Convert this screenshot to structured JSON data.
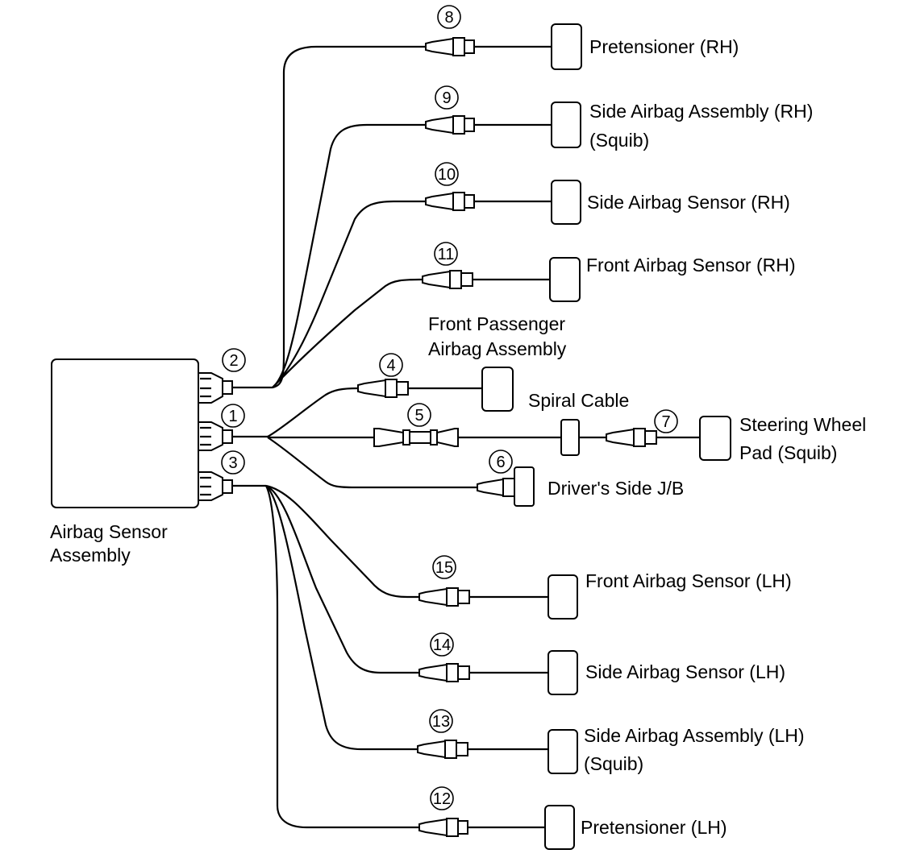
{
  "diagram": {
    "module": {
      "label_line1": "Airbag Sensor",
      "label_line2": "Assembly"
    },
    "numbers": {
      "n1": "1",
      "n2": "2",
      "n3": "3",
      "n4": "4",
      "n5": "5",
      "n6": "6",
      "n7": "7",
      "n8": "8",
      "n9": "9",
      "n10": "10",
      "n11": "11",
      "n12": "12",
      "n13": "13",
      "n14": "14",
      "n15": "15"
    },
    "labels": {
      "pretensioner_rh": "Pretensioner (RH)",
      "side_airbag_assembly_rh_1": "Side Airbag Assembly (RH)",
      "side_airbag_assembly_rh_2": "(Squib)",
      "side_airbag_sensor_rh": "Side Airbag Sensor (RH)",
      "front_airbag_sensor_rh": "Front Airbag Sensor (RH)",
      "front_passenger_1": "Front Passenger",
      "front_passenger_2": "Airbag Assembly",
      "spiral_cable": "Spiral Cable",
      "steering_wheel_1": "Steering Wheel",
      "steering_wheel_2": "Pad (Squib)",
      "drivers_side_jb": "Driver's Side J/B",
      "front_airbag_sensor_lh": "Front Airbag Sensor (LH)",
      "side_airbag_sensor_lh": "Side Airbag Sensor (LH)",
      "side_airbag_assembly_lh_1": "Side Airbag Assembly (LH)",
      "side_airbag_assembly_lh_2": "(Squib)",
      "pretensioner_lh": "Pretensioner (LH)"
    }
  }
}
